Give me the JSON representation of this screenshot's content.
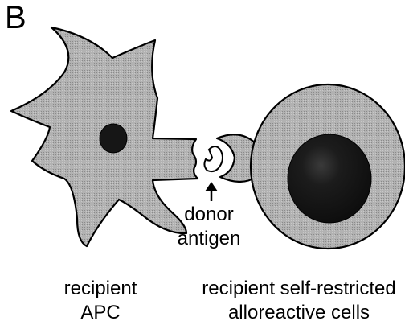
{
  "panel": {
    "letter": "B"
  },
  "labels": {
    "antigen": [
      "donor",
      "antigen"
    ],
    "apc": [
      "recipient",
      "APC"
    ],
    "cells": [
      "recipient self-restricted",
      "alloreactive cells"
    ]
  },
  "colors": {
    "cell_fill": "#a9a9a9",
    "outline": "#000000",
    "nucleus_dark": "#141414",
    "nucleus_apc": "#1a1a1a",
    "background": "#ffffff"
  }
}
